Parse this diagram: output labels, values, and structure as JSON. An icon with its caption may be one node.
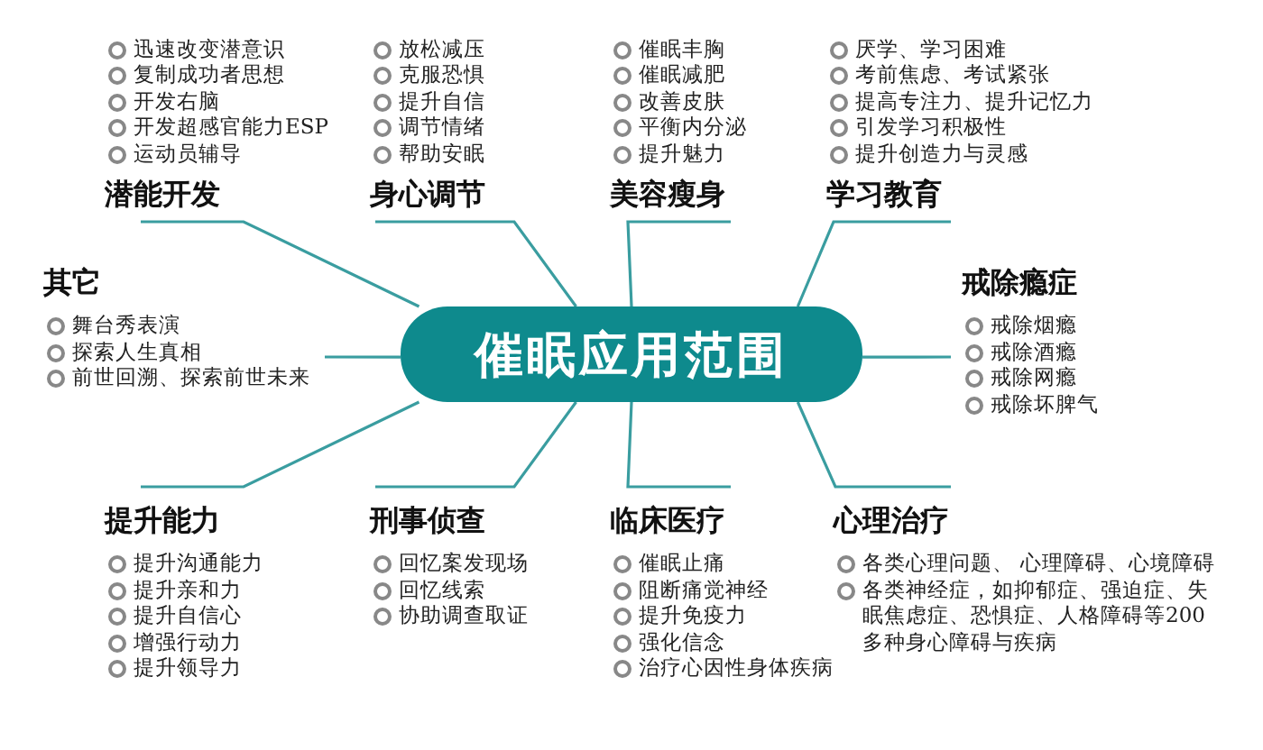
{
  "diagram": {
    "nodes": [
      {
        "text": [
          "催眠应用范围"
        ]
      },
      {
        "text": [
          "迅速改变潜意识",
          "复制成功者思想",
          "开发右脑",
          "开发超感官能力ESP",
          "运动员辅导",
          "潜能开发"
        ]
      },
      {
        "text": [
          "放松减压",
          "克服恐惧",
          "提升自信",
          "调节情绪",
          "帮助安眠",
          "身心调节"
        ]
      },
      {
        "text": [
          "催眠丰胸",
          "催眠减肥",
          "改善皮肤",
          "平衡内分泌",
          "提升魅力",
          "美容瘦身"
        ]
      },
      {
        "text": [
          "厌学、学习困难",
          "考前焦虑、考试紧张",
          "提高专注力、提升记忆力",
          "引发学习积极性",
          "提升创造力与灵感",
          "学习教育"
        ]
      },
      {
        "text": [
          "其它",
          "舞台秀表演",
          "探索人生真相",
          "前世回溯、探索前世未来"
        ]
      },
      {
        "text": [
          "戒除瘾症",
          "戒除烟瘾",
          "戒除酒瘾",
          "戒除网瘾",
          "戒除坏脾气"
        ]
      },
      {
        "text": [
          "提升能力",
          "提升沟通能力",
          "提升亲和力",
          "提升自信心",
          "增强行动力",
          "提升领导力"
        ]
      },
      {
        "text": [
          "刑事侦查",
          "回忆案发现场",
          "回忆线索",
          "协助调查取证"
        ]
      },
      {
        "text": [
          "临床医疗",
          "催眠止痛",
          "阻断痛觉神经",
          "提升免疫力",
          "强化信念",
          "治疗心因性身体疾病"
        ]
      },
      {
        "text": [
          "心理治疗",
          "各类心理问题、 心理障碍、心境障碍",
          "各类神经症，如抑郁症、强迫症、失眠焦虑症、恐惧症、人格障碍等200多种身心障碍与疾病"
        ]
      }
    ],
    "edges": [
      {
        "from": 0,
        "to": 1,
        "arrow": "none"
      },
      {
        "from": 0,
        "to": 2,
        "arrow": "none"
      },
      {
        "from": 0,
        "to": 3,
        "arrow": "none"
      },
      {
        "from": 0,
        "to": 4,
        "arrow": "none"
      },
      {
        "from": 0,
        "to": 5,
        "arrow": "none"
      },
      {
        "from": 0,
        "to": 6,
        "arrow": "none"
      },
      {
        "from": 0,
        "to": 7,
        "arrow": "none"
      },
      {
        "from": 0,
        "to": 8,
        "arrow": "none"
      },
      {
        "from": 0,
        "to": 9,
        "arrow": "none"
      },
      {
        "from": 0,
        "to": 10,
        "arrow": "none"
      }
    ]
  }
}
